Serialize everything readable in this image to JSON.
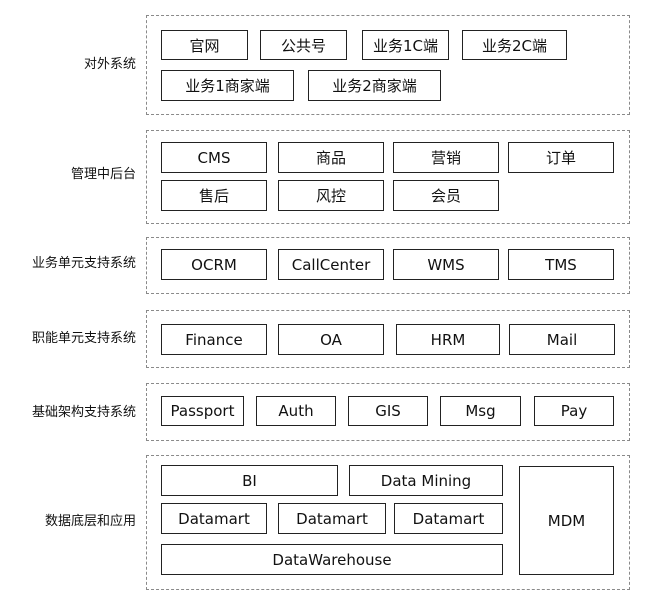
{
  "layers": [
    {
      "label": "对外系统",
      "items": [
        "官网",
        "公共号",
        "业务1C端",
        "业务2C端",
        "业务1商家端",
        "业务2商家端"
      ]
    },
    {
      "label": "管理中后台",
      "items": [
        "CMS",
        "商品",
        "营销",
        "订单",
        "售后",
        "风控",
        "会员"
      ]
    },
    {
      "label": "业务单元支持系统",
      "items": [
        "OCRM",
        "CallCenter",
        "WMS",
        "TMS"
      ]
    },
    {
      "label": "职能单元支持系统",
      "items": [
        "Finance",
        "OA",
        "HRM",
        "Mail"
      ]
    },
    {
      "label": "基础架构支持系统",
      "items": [
        "Passport",
        "Auth",
        "GIS",
        "Msg",
        "Pay"
      ]
    },
    {
      "label": "数据底层和应用",
      "items": [
        "BI",
        "Data Mining",
        "Datamart",
        "Datamart",
        "Datamart",
        "DataWarehouse",
        "MDM"
      ]
    }
  ]
}
